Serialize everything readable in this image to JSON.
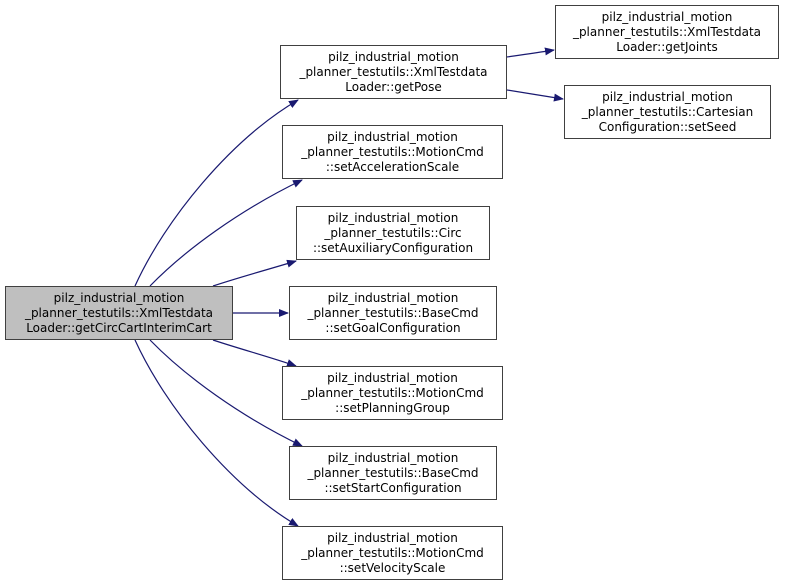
{
  "colors": {
    "edge": "#191970",
    "node_border": "#404040",
    "node_fill": "#ffffff",
    "root_fill": "#bfbfbf"
  },
  "nodes": [
    {
      "id": "root",
      "lines": [
        "pilz_industrial_motion",
        "_planner_testutils::XmlTestdata",
        "Loader::getCircCartInterimCart"
      ],
      "root": true
    },
    {
      "id": "getPose",
      "lines": [
        "pilz_industrial_motion",
        "_planner_testutils::XmlTestdata",
        "Loader::getPose"
      ]
    },
    {
      "id": "setAccelerationScale",
      "lines": [
        "pilz_industrial_motion",
        "_planner_testutils::MotionCmd",
        "::setAccelerationScale"
      ]
    },
    {
      "id": "setAuxiliaryConfiguration",
      "lines": [
        "pilz_industrial_motion",
        "_planner_testutils::Circ",
        "::setAuxiliaryConfiguration"
      ]
    },
    {
      "id": "setGoalConfiguration",
      "lines": [
        "pilz_industrial_motion",
        "_planner_testutils::BaseCmd",
        "::setGoalConfiguration"
      ]
    },
    {
      "id": "setPlanningGroup",
      "lines": [
        "pilz_industrial_motion",
        "_planner_testutils::MotionCmd",
        "::setPlanningGroup"
      ]
    },
    {
      "id": "setStartConfiguration",
      "lines": [
        "pilz_industrial_motion",
        "_planner_testutils::BaseCmd",
        "::setStartConfiguration"
      ]
    },
    {
      "id": "setVelocityScale",
      "lines": [
        "pilz_industrial_motion",
        "_planner_testutils::MotionCmd",
        "::setVelocityScale"
      ]
    },
    {
      "id": "getJoints",
      "lines": [
        "pilz_industrial_motion",
        "_planner_testutils::XmlTestdata",
        "Loader::getJoints"
      ]
    },
    {
      "id": "setSeed",
      "lines": [
        "pilz_industrial_motion",
        "_planner_testutils::Cartesian",
        "Configuration::setSeed"
      ]
    }
  ],
  "edges": [
    {
      "from": "root",
      "to": "getPose"
    },
    {
      "from": "root",
      "to": "setAccelerationScale"
    },
    {
      "from": "root",
      "to": "setAuxiliaryConfiguration"
    },
    {
      "from": "root",
      "to": "setGoalConfiguration"
    },
    {
      "from": "root",
      "to": "setPlanningGroup"
    },
    {
      "from": "root",
      "to": "setStartConfiguration"
    },
    {
      "from": "root",
      "to": "setVelocityScale"
    },
    {
      "from": "getPose",
      "to": "getJoints"
    },
    {
      "from": "getPose",
      "to": "setSeed"
    }
  ]
}
